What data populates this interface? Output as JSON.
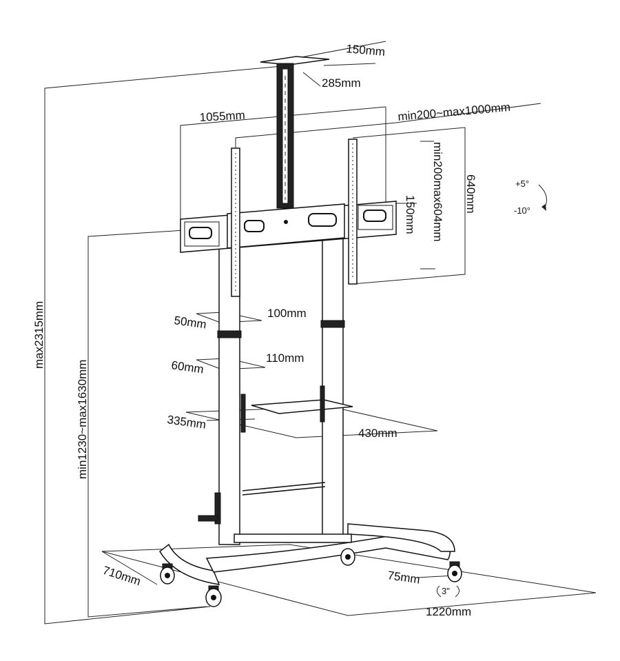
{
  "dimensions": {
    "top_plate_depth": "150mm",
    "top_plate_width": "285mm",
    "overall_width": "1055mm",
    "vesa_horizontal": "min200~max1000mm",
    "vesa_vertical": "min200max604mm",
    "bracket_height": "640mm",
    "arm_offset": "150mm",
    "tilt_up": "+5°",
    "tilt_down": "-10°",
    "max_height": "max2315mm",
    "mount_height_range": "min1230~max1630mm",
    "clamp_upper_depth": "50mm",
    "clamp_upper_width": "100mm",
    "clamp_lower_depth": "60mm",
    "clamp_lower_width": "110mm",
    "shelf_depth": "335mm",
    "shelf_width": "430mm",
    "base_depth": "710mm",
    "base_width": "1220mm",
    "caster_size_mm": "75mm",
    "caster_size_in": "3\""
  },
  "colors": {
    "line": "#222222",
    "background": "#ffffff"
  }
}
